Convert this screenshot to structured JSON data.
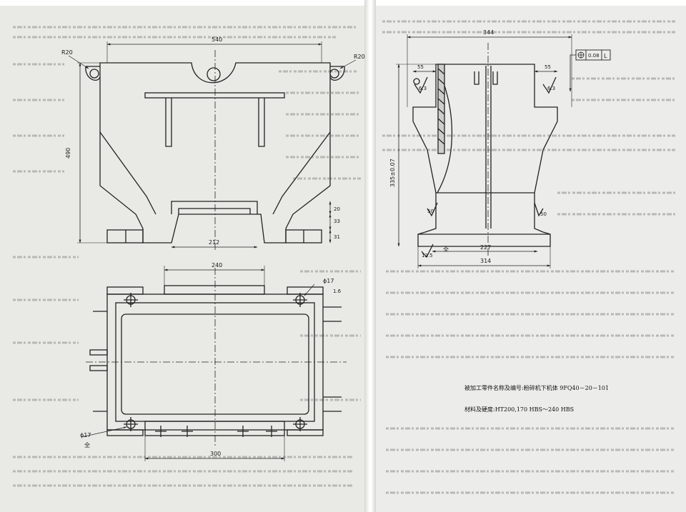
{
  "dims": {
    "front": {
      "width": "540",
      "height": "490",
      "bottom": "212",
      "h20": "20",
      "h33": "33",
      "h31": "31",
      "r_left": "R20",
      "r_right": "R20"
    },
    "top": {
      "width": "240",
      "length": "300",
      "hole_top": "ϕ17",
      "hole_bottom": "ϕ17",
      "rough_top": "1.6",
      "rough_bottom": "全"
    },
    "side": {
      "top_width": "344",
      "left_off": "55",
      "right_off": "55",
      "height": "335±0.07",
      "base_inner": "227",
      "base_outer": "314",
      "ra_left": "6.3",
      "ra_right": "6.3",
      "ra_base": "12.5",
      "ra_all": "全",
      "ra_side_l": "50",
      "ra_side_r": "50",
      "tolerance_value": "0.08",
      "tolerance_datum": "L"
    }
  },
  "captions": {
    "part_name": "被加工零件名称及编号:粉碎机下机体 9FQ40－20－101",
    "material": "材料及硬度:HT200,170 HBS～240 HBS"
  }
}
